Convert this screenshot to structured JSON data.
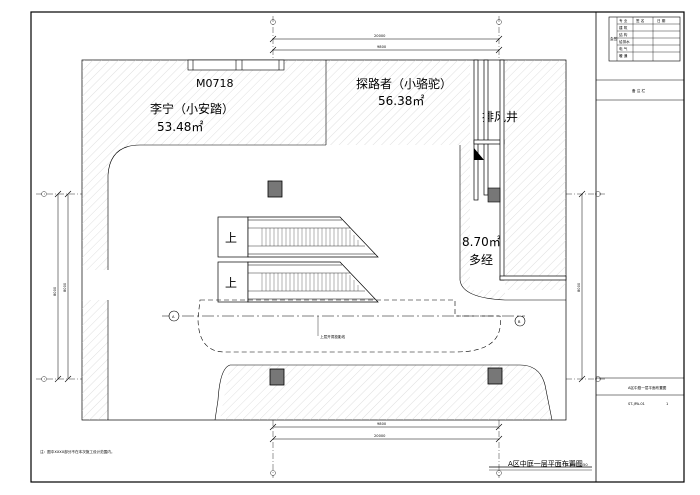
{
  "drawing": {
    "title": "A区中庭一层平面布置图",
    "scale": "SCALE=1:50",
    "note": "注：图中XXXX部分不在本次施工设计范围内。",
    "sheet_note": "A区中庭一层平面布置图",
    "sheet_code": "ST-JPA-01",
    "sheet_number": "1",
    "remarks_label": "备 注 栏"
  },
  "title_block": {
    "rows": [
      {
        "c1": "专 业",
        "c2": "签 名",
        "c3": "日 期"
      },
      {
        "c1": "建 筑",
        "c2": "",
        "c3": ""
      },
      {
        "c1": "结 构",
        "c2": "",
        "c3": ""
      },
      {
        "c1": "给排水",
        "c2": "",
        "c3": ""
      },
      {
        "c1": "电 气",
        "c2": "",
        "c3": ""
      },
      {
        "c1": "暖 通",
        "c2": "",
        "c3": ""
      }
    ],
    "side_label": "会签"
  },
  "dimensions": {
    "top_outer": "20000",
    "top_inner": "9800",
    "bottom_inner": "9800",
    "bottom_outer": "20000",
    "left_outer": "8000",
    "left_inner": "8000",
    "right": "8000"
  },
  "rooms": {
    "door_tag": "M0718",
    "shop_left_name": "李宁（小安踏）",
    "shop_left_area": "53.48㎡",
    "shop_right_name": "探路者（小骆驼）",
    "shop_right_area": "56.38㎡",
    "shaft": "排风井",
    "corner_area": "8.70㎡",
    "corner_name": "多经"
  },
  "escalators": {
    "up_label_1": "上",
    "up_label_2": "上"
  },
  "annotations": {
    "canopy_line": "上层开洞投影线",
    "grid_left": "A",
    "grid_right": "B"
  }
}
